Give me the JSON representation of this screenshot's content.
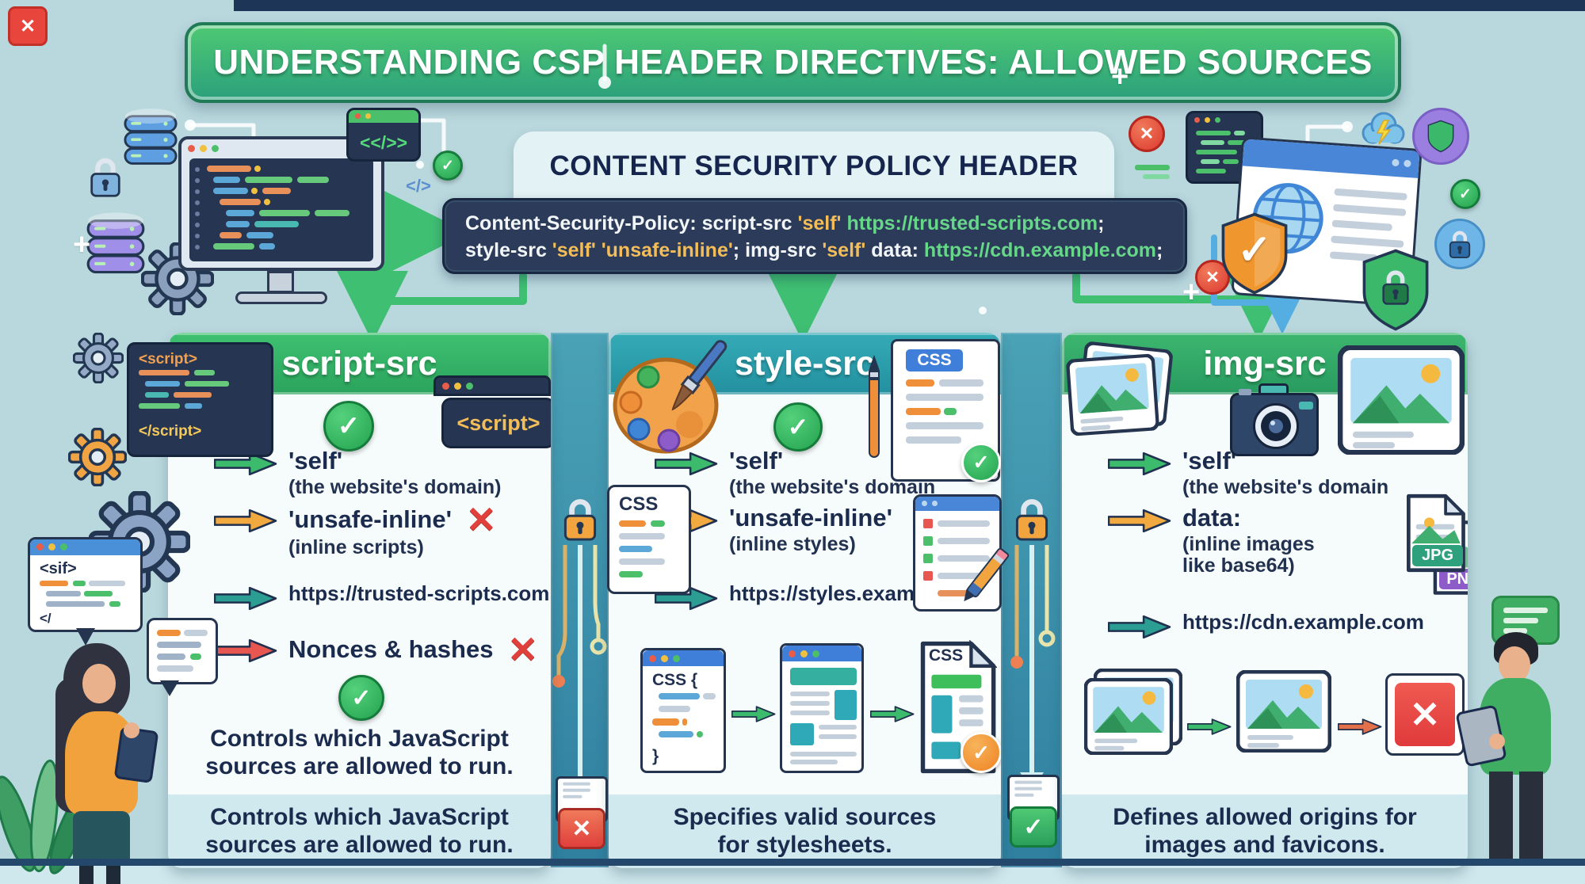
{
  "icons": {
    "check": "✓",
    "cross": "✕",
    "plus": "+",
    "chevrons": "</>",
    "code_tag": "<</>>"
  },
  "page": {
    "title": "UNDERSTANDING CSP HEADER DIRECTIVES: ALLOWED SOURCES"
  },
  "header_panel": {
    "title": "CONTENT SECURITY POLICY HEADER"
  },
  "code_block": {
    "line1": {
      "t0": "Content-Security-Policy: script-src ",
      "t1": "'self'",
      "t2": " ",
      "t3": "https://trusted-scripts.com",
      "t4": ";"
    },
    "line2": {
      "t0": "style-src ",
      "t1": "'self'",
      "t2": " ",
      "t3": "'unsafe-inline'",
      "t4": "; img-src ",
      "t5": "'self'",
      "t6": " data: ",
      "t7": "https://cdn.example.com",
      "t8": ";"
    }
  },
  "columns": [
    {
      "header": "script-src",
      "tag_badge": "<script>",
      "items": [
        {
          "title": "'self'",
          "subtitle": "(the website's domain)"
        },
        {
          "title": "'unsafe-inline'",
          "subtitle": "(inline scripts)"
        },
        {
          "title": "https://trusted-scripts.com",
          "subtitle": ""
        },
        {
          "title": "Nonces & hashes",
          "subtitle": ""
        }
      ],
      "note": "Controls which JavaScript sources are allowed to run.",
      "footer": "Controls which JavaScript sources are allowed to run."
    },
    {
      "header": "style-src",
      "items": [
        {
          "title": "'self'",
          "subtitle": "(the website's domain"
        },
        {
          "title": "'unsafe-inline'",
          "subtitle": "(inline styles)"
        },
        {
          "title": "https://styles.example.com",
          "subtitle": ""
        }
      ],
      "workflow": {
        "css_open": "CSS {",
        "css_close": "}",
        "css_label": "CSS"
      },
      "footer": "Specifies valid sources for stylesheets."
    },
    {
      "header": "img-src",
      "items": [
        {
          "title": "'self'",
          "subtitle": "(the website's domain"
        },
        {
          "title": "data:",
          "subtitle": "(inline images like base64)"
        },
        {
          "title": "https://cdn.example.com",
          "subtitle": ""
        }
      ],
      "file_badges": {
        "jpg": "JPG",
        "png": "PNG"
      },
      "footer": "Defines allowed origins for images and favicons."
    }
  ],
  "decor": {
    "script_open": "<script>",
    "script_close": "</script>",
    "sif_open": "<sif>",
    "sif_close": "</",
    "css_label": "CSS"
  },
  "colors": {
    "background": "#b9d8de",
    "banner_green": "#3cba6d",
    "style_teal": "#2aa3b0",
    "img_green": "#33ae6b",
    "code_bg": "#2b3b59",
    "code_value_yellow": "#f3bd5a",
    "code_url_green": "#66d789",
    "navy_text": "#1b2b4d",
    "cross_red": "#e0403c",
    "check_green": "#2fb857",
    "arrow_orange": "#f2a93f",
    "arrow_teal": "#2b9d93",
    "footer_band": "#cfe9ee",
    "gutter_teal": "#3a8fa6",
    "lock_orange": "#f2a43f"
  }
}
